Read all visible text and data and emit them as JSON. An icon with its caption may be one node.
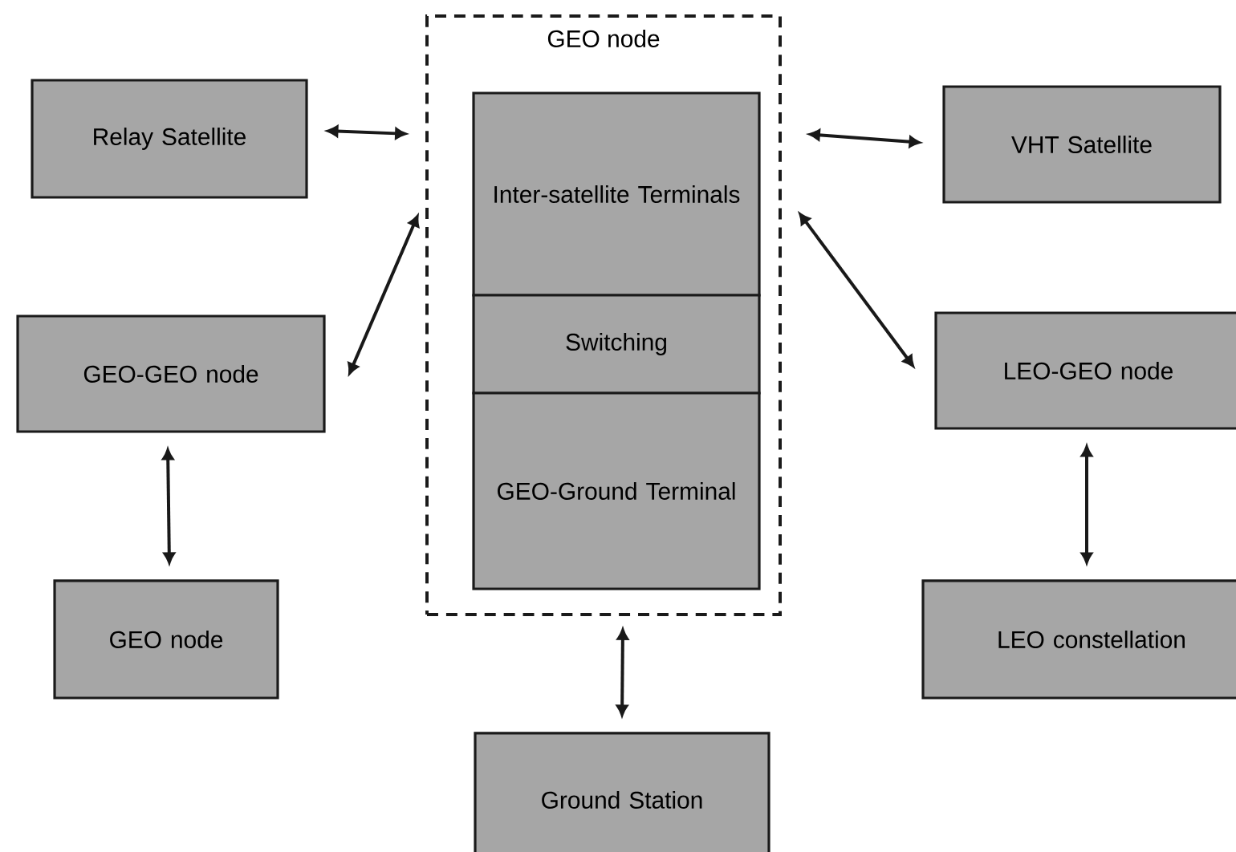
{
  "diagram": {
    "nodes": [
      {
        "text": [
          "GEO node"
        ]
      },
      {
        "text": [
          "Inter-satellite Terminals"
        ],
        "in": 0
      },
      {
        "text": [
          "Switching"
        ],
        "in": 0
      },
      {
        "text": [
          "GEO-Ground Terminal"
        ],
        "in": 0
      },
      {
        "text": [
          "Relay Satellite"
        ]
      },
      {
        "text": [
          "VHT Satellite"
        ]
      },
      {
        "text": [
          "GEO-GEO node"
        ]
      },
      {
        "text": [
          "LEO-GEO node"
        ]
      },
      {
        "text": [
          "GEO node"
        ]
      },
      {
        "text": [
          "LEO constellation"
        ]
      },
      {
        "text": [
          "Ground Station"
        ]
      }
    ],
    "edges": [
      {
        "from": 4,
        "to": 0,
        "arrow": "both"
      },
      {
        "from": 0,
        "to": 5,
        "arrow": "both"
      },
      {
        "from": 6,
        "to": 0,
        "arrow": "both"
      },
      {
        "from": 0,
        "to": 7,
        "arrow": "both"
      },
      {
        "from": 6,
        "to": 8,
        "arrow": "both"
      },
      {
        "from": 7,
        "to": 9,
        "arrow": "both"
      },
      {
        "from": 0,
        "to": 10,
        "arrow": "both"
      }
    ]
  }
}
